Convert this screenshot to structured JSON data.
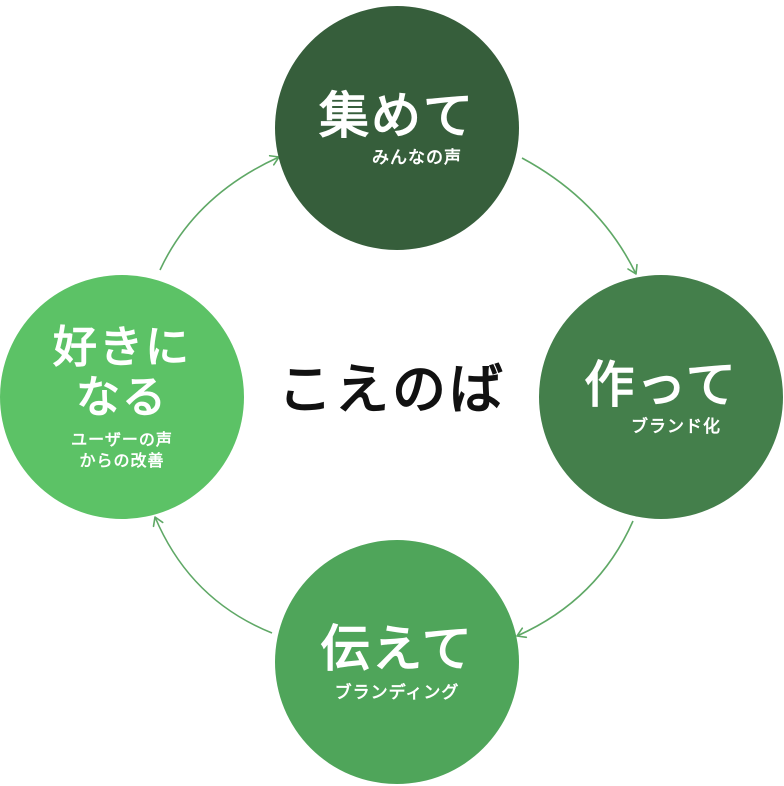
{
  "center_label": "こえのば",
  "colors": {
    "step1": "#365e3b",
    "step2": "#447f4b",
    "step3": "#4fa55a",
    "step4": "#5cc266",
    "arrow": "#5fa866",
    "center_text": "#111111"
  },
  "steps": [
    {
      "title": "集めて",
      "subtitle": "みんなの声"
    },
    {
      "title": "作って",
      "subtitle": "ブランド化"
    },
    {
      "title": "伝えて",
      "subtitle": "ブランディング"
    },
    {
      "title_line1": "好きに",
      "title_line2": "なる",
      "subtitle_line1": "ユーザーの声",
      "subtitle_line2": "からの改善"
    }
  ]
}
